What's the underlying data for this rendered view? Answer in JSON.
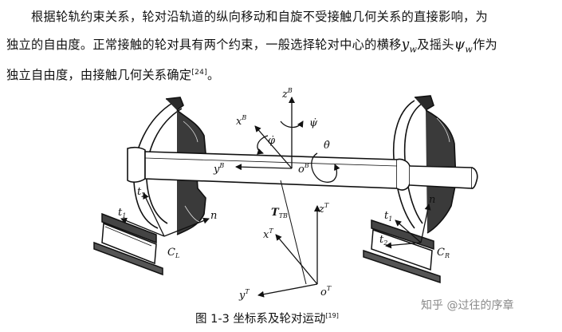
{
  "paragraph": {
    "line1": "根据轮轨约束关系，轮对沿轨道的纵向移动和自旋不受接触几何关系的直接影响，为",
    "line2a": "独立的自由度。正常接触的轮对具有两个约束，一般选择轮对中心的横移",
    "line2_sym1": "y",
    "line2_sym1_sub": "w",
    "line2b": "及摇头",
    "line2_sym2": "ψ",
    "line2_sym2_sub": "w",
    "line2c": "作为",
    "line3a": "独立自由度，由接触几何关系确定",
    "line3_ref": "[24]",
    "line3b": "。"
  },
  "figure": {
    "labels": {
      "zB": "z",
      "zB_sup": "B",
      "xB": "x",
      "xB_sup": "B",
      "yB": "y",
      "yB_sup": "B",
      "oB": "o",
      "oB_sup": "B",
      "phi": "φ̇",
      "psi": "ψ̇",
      "theta": "θ̇",
      "T_TB": "T",
      "T_TB_sub": "TB",
      "zT": "z",
      "zT_sup": "T",
      "xT": "x",
      "xT_sup": "T",
      "yT": "y",
      "yT_sup": "T",
      "oT": "o",
      "oT_sup": "T",
      "n_left": "n",
      "n_right": "n",
      "t1_left": "t",
      "t1_left_sub": "1",
      "t2_left": "t",
      "t2_left_sub": "2",
      "t1_right": "t",
      "t1_right_sub": "1",
      "t2_right": "t",
      "t2_right_sub": "2",
      "CL": "C",
      "CL_sub": "L",
      "CR": "C",
      "CR_sub": "R"
    },
    "caption": "图 1-3 坐标系及轮对运动",
    "caption_ref": "[19]"
  },
  "watermark": "知乎 @过往的序章"
}
